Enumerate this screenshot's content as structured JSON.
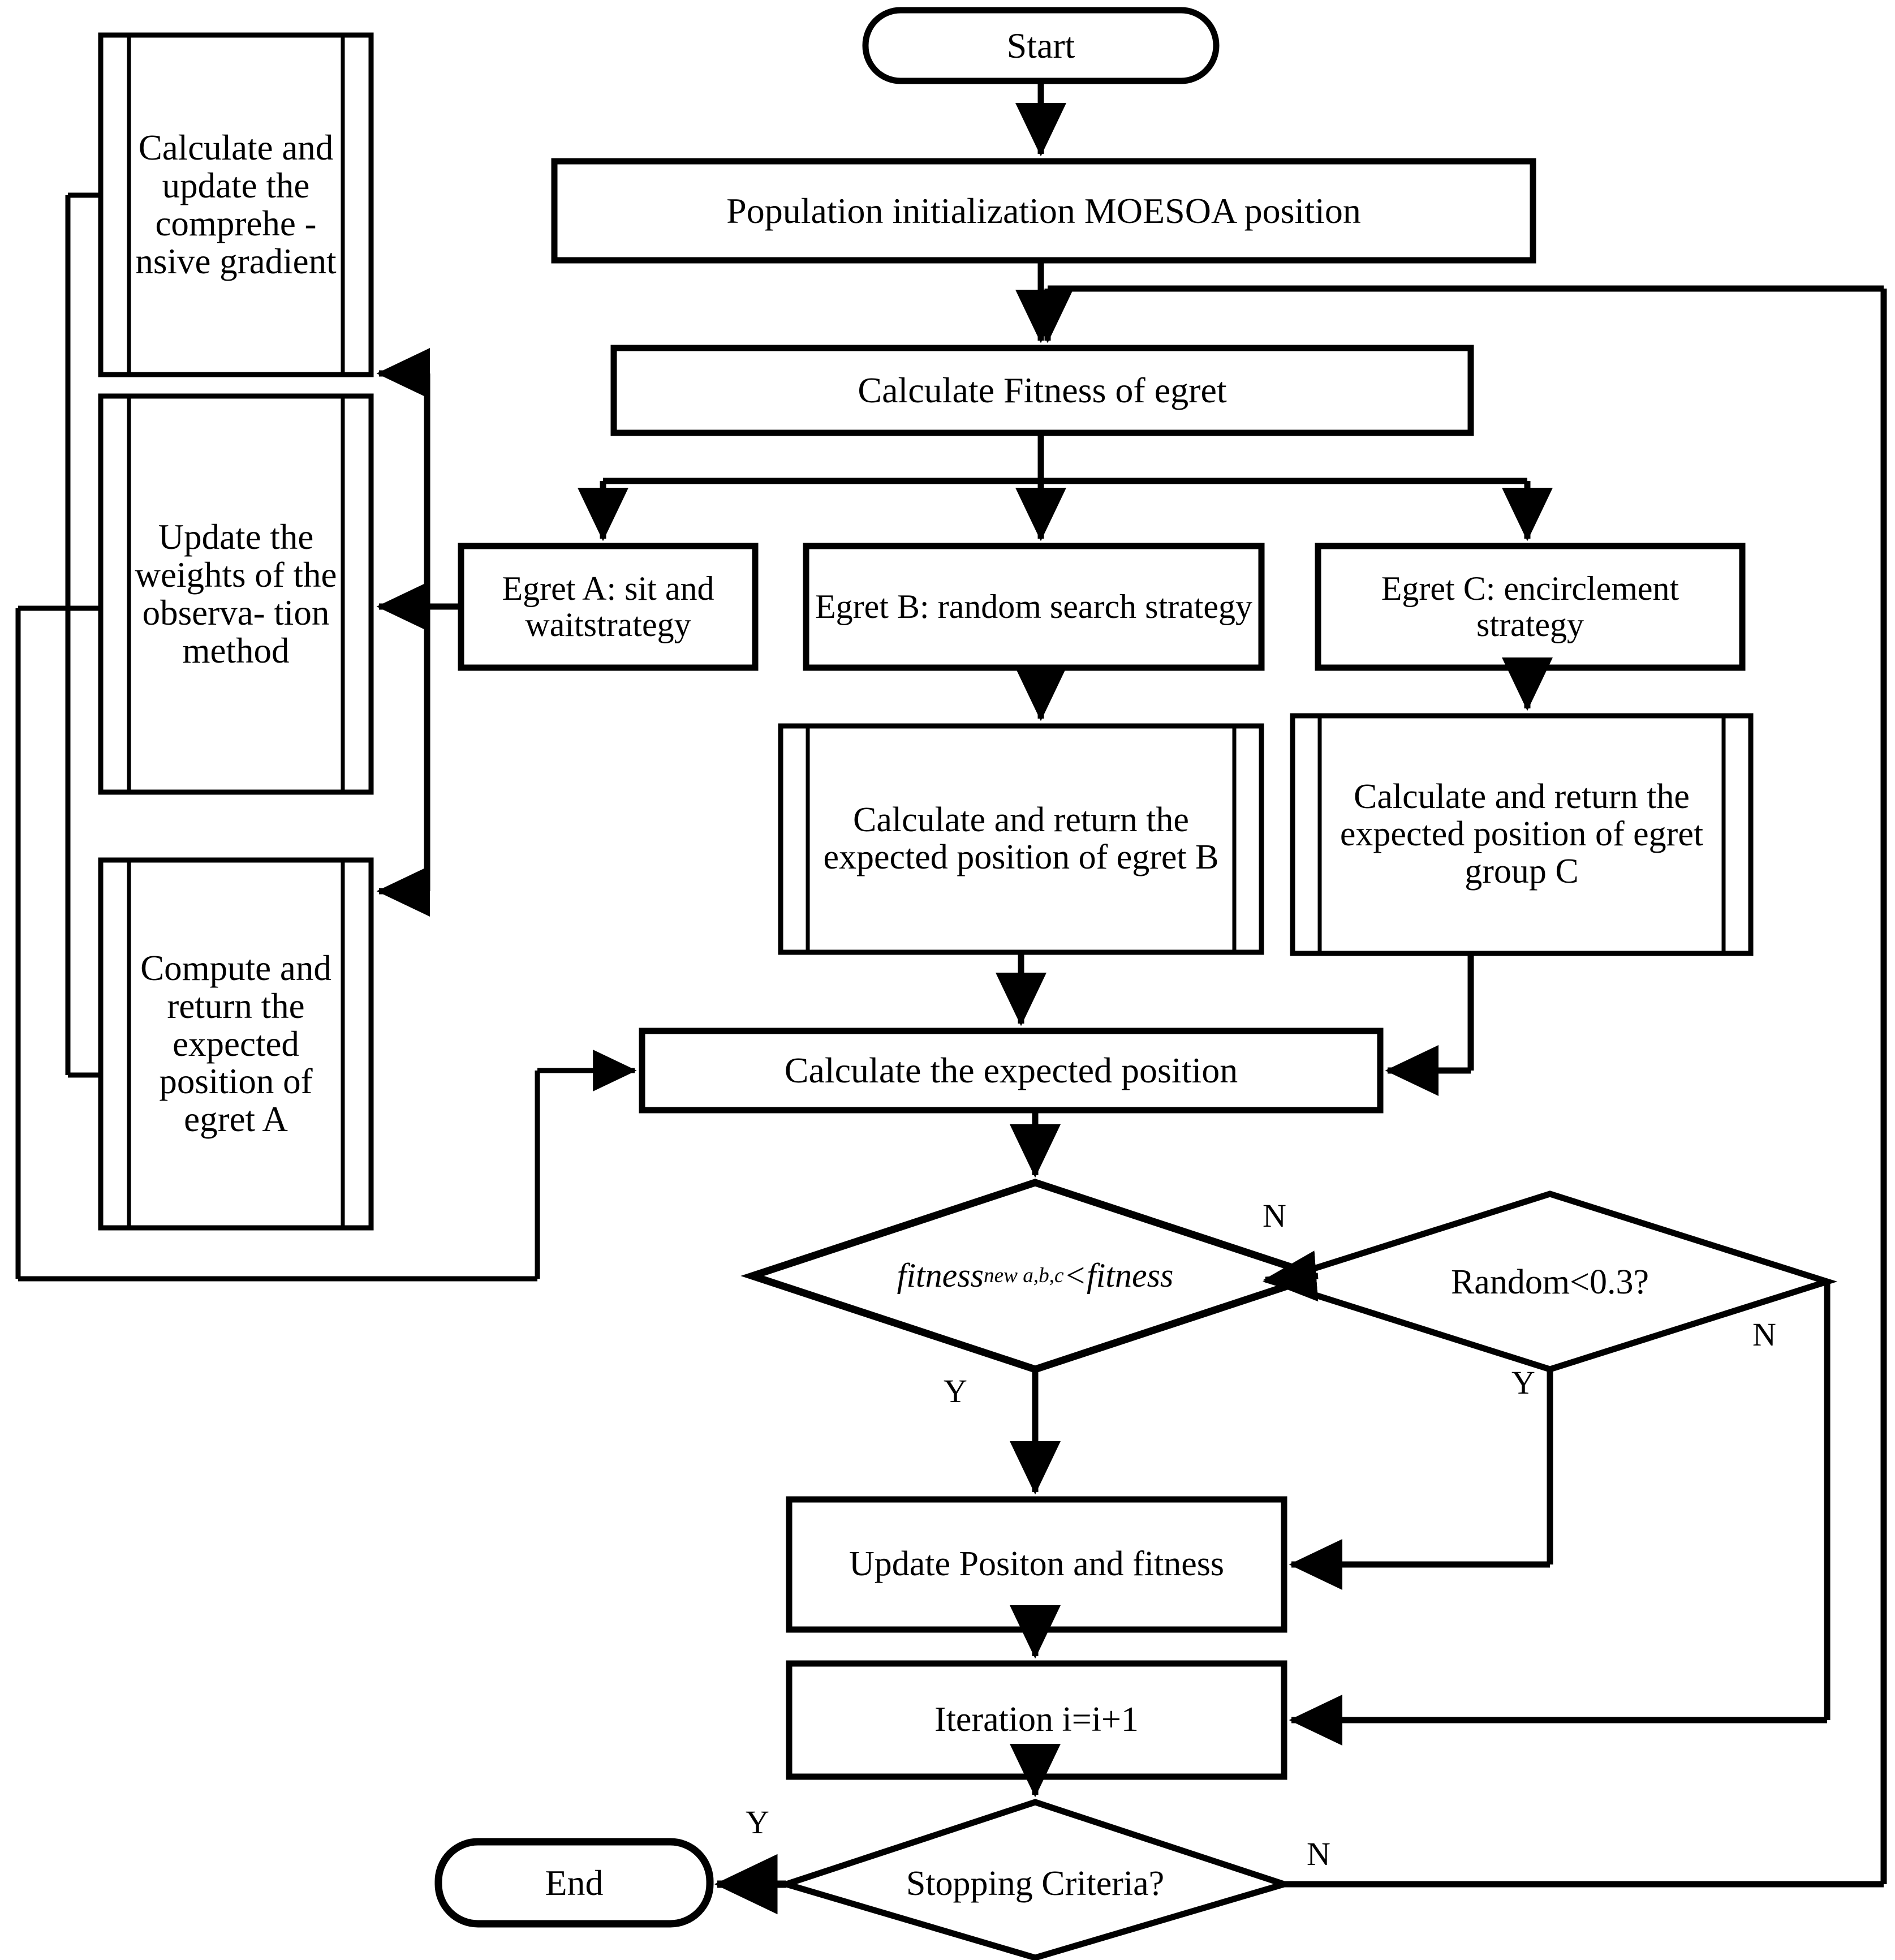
{
  "diagram": {
    "title": "MOESOA flowchart",
    "stroke_color": "#000000",
    "fill_color": "#ffffff",
    "background": "#ffffff"
  },
  "nodes": {
    "start": {
      "label": "Start",
      "shape": "terminator"
    },
    "population_init": {
      "label": "Population initialization MOESOA position",
      "shape": "process"
    },
    "calc_fitness": {
      "label": "Calculate Fitness of egret",
      "shape": "process"
    },
    "egret_a": {
      "label": "Egret A: sit and waitstrategy",
      "shape": "process"
    },
    "egret_b": {
      "label": "Egret B: random search strategy",
      "shape": "process"
    },
    "egret_c": {
      "label": "Egret C: encirclement strategy",
      "shape": "process"
    },
    "comprehensive_gradient": {
      "label": "Calculate and update the comprehe -nsive gradient",
      "shape": "predefined-process"
    },
    "update_weights": {
      "label": "Update the weights of the observa- tion method",
      "shape": "predefined-process"
    },
    "compute_egret_a": {
      "label": "Compute and return the expected position of egret A",
      "shape": "predefined-process"
    },
    "calc_egret_b": {
      "label": "Calculate and return the expected position of egret B",
      "shape": "predefined-process"
    },
    "calc_egret_c": {
      "label": "Calculate and return the expected position  of egret group C",
      "shape": "predefined-process"
    },
    "calc_expected_position": {
      "label": "Calculate the expected position",
      "shape": "process"
    },
    "fitness_decision": {
      "label_prefix": "fitness",
      "label_sub": "new a,b,c",
      "label_suffix": "<fitness",
      "shape": "decision"
    },
    "random_decision": {
      "label": "Random<0.3?",
      "shape": "decision"
    },
    "update_position": {
      "label": "Update Positon and fitness",
      "shape": "process"
    },
    "iteration": {
      "label": "Iteration i=i+1",
      "shape": "process"
    },
    "stopping_criteria": {
      "label": "Stopping Criteria?",
      "shape": "decision"
    },
    "end": {
      "label": "End",
      "shape": "terminator"
    }
  },
  "edge_labels": {
    "fitness_no": "N",
    "fitness_yes": "Y",
    "random_yes": "Y",
    "random_no": "N",
    "stopping_yes": "Y",
    "stopping_no": "N"
  }
}
